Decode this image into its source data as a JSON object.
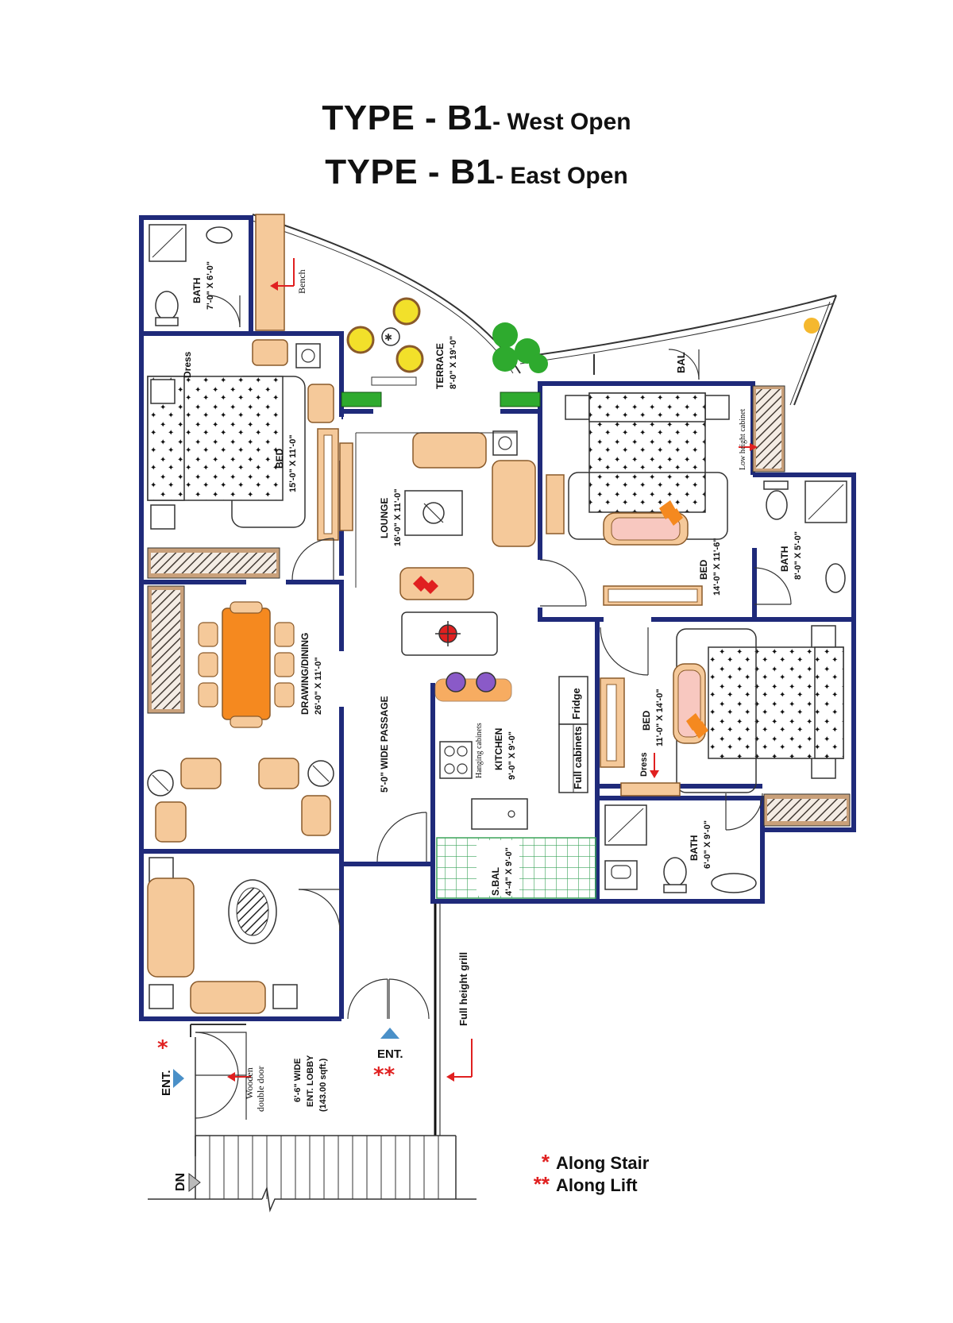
{
  "titles": [
    {
      "main": "TYPE - B1",
      "sub": "- West Open"
    },
    {
      "main": "TYPE - B1",
      "sub": "- East Open"
    }
  ],
  "rooms": {
    "bath_top_left": {
      "name": "BATH",
      "size": "7'-0\" X 6'-0\""
    },
    "bench": "Bench",
    "terrace": {
      "name": "TERRACE",
      "size": "8'-0\" X 19'-0\""
    },
    "bal": "BAL",
    "bed_left": {
      "name": "BED",
      "size": "15'-0\" X 11'-0\""
    },
    "dress_left": "Dress",
    "lounge": {
      "name": "LOUNGE",
      "size": "16'-0\" X 11'-0\""
    },
    "low_height_cabinet": "Low height cabinet",
    "bed_right_top": {
      "name": "BED",
      "size": "14'-0\" X 11'-6\""
    },
    "bath_right": {
      "name": "BATH",
      "size": "8'-0\" X 5'-0\""
    },
    "drawing_dining": {
      "name": "DRAWING/DINING",
      "size": "26'-0\" X 11'-0\""
    },
    "passage": "5'-0\" WIDE PASSAGE",
    "kitchen": {
      "name": "KITCHEN",
      "size": "9'-0\" X 9'-0\""
    },
    "hanging_cabinets": "Hanging cabinets",
    "fridge": "Fridge",
    "full_cabinets": "Full cabinets",
    "bed_right_bottom": {
      "name": "BED",
      "size": "11'-0\" X 14'-0\""
    },
    "dress_right": "Dress",
    "bath_bottom": {
      "name": "BATH",
      "size": "6'-0\" X 9'-0\""
    },
    "sbal": {
      "name": "S.BAL",
      "size": "4'-4\" X 9'-0\""
    },
    "full_height_grill": "Full height grill",
    "lobby": {
      "line1": "6'-6\" WIDE",
      "line2": "ENT. LOBBY",
      "line3": "(143.00 sqft.)"
    },
    "wooden_door": {
      "line1": "Wooden",
      "line2": "double door"
    },
    "ent_left": "ENT.",
    "ent_left_mark": "*",
    "ent_mid": "ENT.",
    "ent_mid_mark": "**",
    "dn": "DN"
  },
  "legend": [
    {
      "mark": "*",
      "text": "Along Stair"
    },
    {
      "mark": "**",
      "text": "Along Lift"
    }
  ],
  "colors": {
    "wall": "#1f2a7a",
    "furniture": "#f5c99a",
    "furniture_stroke": "#8a5a2a",
    "dining_table": "#f5891f",
    "cabinet": "#c9a07a",
    "plant": "#2eaa2e",
    "marker": "#e02020",
    "legend_star": "#e02020"
  }
}
